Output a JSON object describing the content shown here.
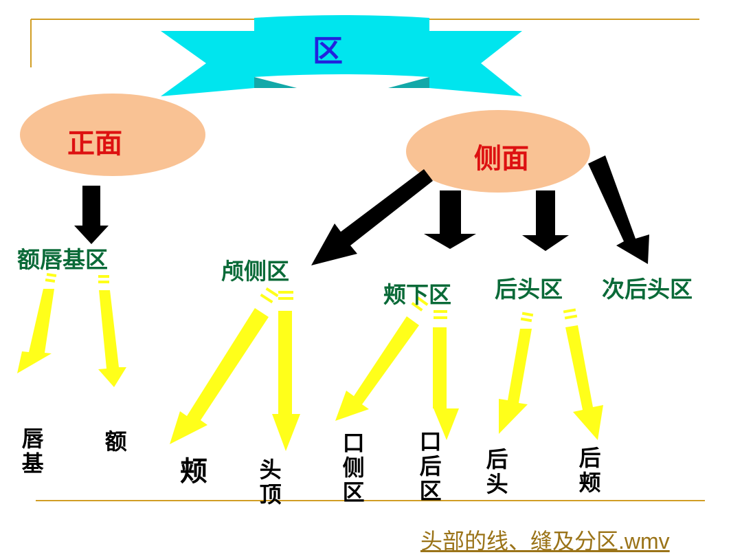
{
  "title": "区",
  "front": {
    "label": "正面",
    "regions": [
      "额唇基区"
    ],
    "leaves": [
      "唇基",
      "额"
    ]
  },
  "side": {
    "label": "侧面",
    "regions": [
      "颅侧区",
      "颊下区",
      "后头区",
      "次后头区"
    ],
    "leaves": [
      "颊",
      "头顶",
      "口侧区",
      "口后区",
      "后头",
      "后颊"
    ]
  },
  "link": {
    "text": "头部的线、缝及分区",
    "ext": ".wmv"
  },
  "colors": {
    "banner": "#00e5ee",
    "ellipse": "#f9c294",
    "title": "#2222dd",
    "ellipse_text": "#dd1111",
    "region_text": "#0a6a38",
    "arrow_black": "#000000",
    "arrow_yellow": "#ffff1a",
    "rule": "#d19d24"
  }
}
